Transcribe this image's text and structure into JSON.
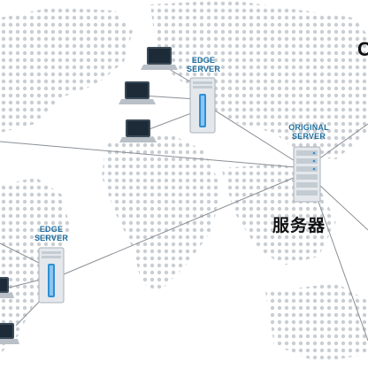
{
  "labels": {
    "edge_server_top": "EDGE\nSERVER",
    "edge_server_left": "EDGE\nSERVER",
    "original_server": "ORIGINAL\nSERVER",
    "chinese_server": "服务器",
    "cropped_edge_text": "C"
  },
  "colors": {
    "map_dots": "#c9ced3",
    "lines": "#8a8f95",
    "label_blue": "#1f6f9f",
    "server_body": "#e4e8ec",
    "server_blue": "#2f8fd4",
    "laptop_screen": "#1d2b38"
  }
}
